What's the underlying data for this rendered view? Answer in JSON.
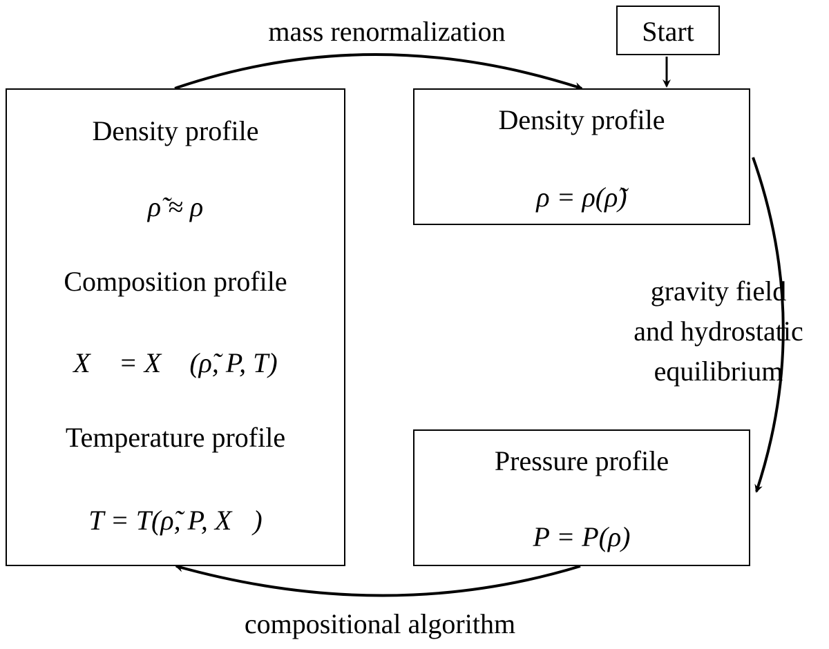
{
  "start_label": "Start",
  "arrows": {
    "top": "mass renormalization",
    "right_line1": "gravity field",
    "right_line2": "and hydrostatic",
    "right_line3": "equilibrium",
    "bottom": "compositional algorithm"
  },
  "density_box": {
    "title": "Density profile",
    "equation": "ρ = ρ(ρ̃)"
  },
  "pressure_box": {
    "title": "Pressure profile",
    "equation": "P = P(ρ)"
  },
  "left_box": {
    "density_title": "Density profile",
    "density_eq": "ρ̃ ≈ ρ",
    "composition_title": "Composition profile",
    "composition_eq": "X⃗ = X⃗ (ρ̃, P, T)",
    "temperature_title": "Temperature profile",
    "temperature_eq": "T = T(ρ̃, P, X⃗)"
  }
}
